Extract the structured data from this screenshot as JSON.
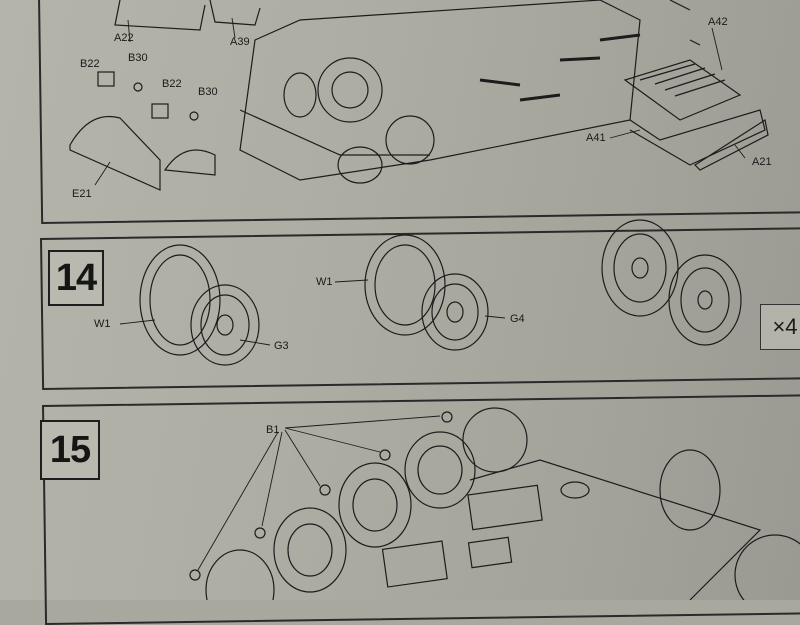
{
  "steps": {
    "step14": "14",
    "step15": "15"
  },
  "top_labels": {
    "a22": "A22",
    "a39": "A39",
    "b22_left": "B22",
    "b30_left": "B30",
    "b22_right": "B22",
    "b30_right": "B30",
    "e21": "E21",
    "a42": "A42",
    "a41": "A41",
    "a21": "A21"
  },
  "step14_labels": {
    "w1_left": "W1",
    "g3": "G3",
    "w1_mid": "W1",
    "g4": "G4",
    "quantity": "×4"
  },
  "step15_labels": {
    "b1": "B1"
  },
  "colors": {
    "paper": "#adada3",
    "ink": "#1a1a1a"
  }
}
